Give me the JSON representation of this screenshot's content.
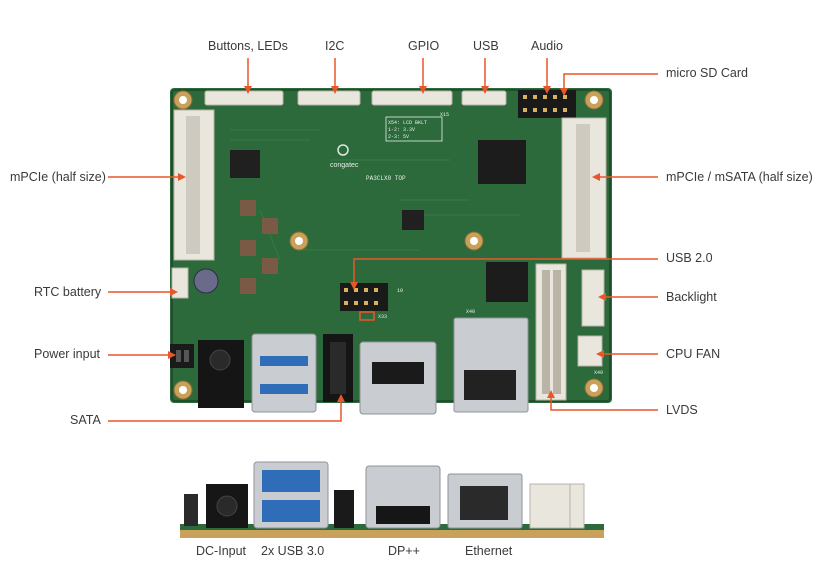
{
  "labels": {
    "buttons_leds": "Buttons, LEDs",
    "i2c": "I2C",
    "gpio": "GPIO",
    "usb": "USB",
    "audio": "Audio",
    "micro_sd": "micro SD Card",
    "mpcie_left": "mPCIe (half size)",
    "mpcie_msata": "mPCIe / mSATA (half size)",
    "usb20": "USB 2.0",
    "rtc_battery": "RTC battery",
    "backlight": "Backlight",
    "power_input": "Power input",
    "cpu_fan": "CPU FAN",
    "sata": "SATA",
    "lvds": "LVDS",
    "dc_input": "DC-Input",
    "usb30": "2x USB 3.0",
    "dp": "DP++",
    "ethernet": "Ethernet"
  },
  "board": {
    "brand": "congatec",
    "model": "PA3CLX0 TOP",
    "x54_label": "X54: LCD BKLT",
    "x54_line1": "1-2: 3.3V",
    "x54_line2": "2-3: 5V",
    "conn_x15": "X15",
    "conn_x40": "X40",
    "conn_x49": "X49",
    "conn_x33": "X33",
    "pin10": "10"
  },
  "colors": {
    "pcb": "#2c6a3c",
    "pcb_dark": "#1f4f2c",
    "arrow": "#e8572a",
    "connector": "#e9e6de",
    "metal": "#c9ccd0"
  }
}
